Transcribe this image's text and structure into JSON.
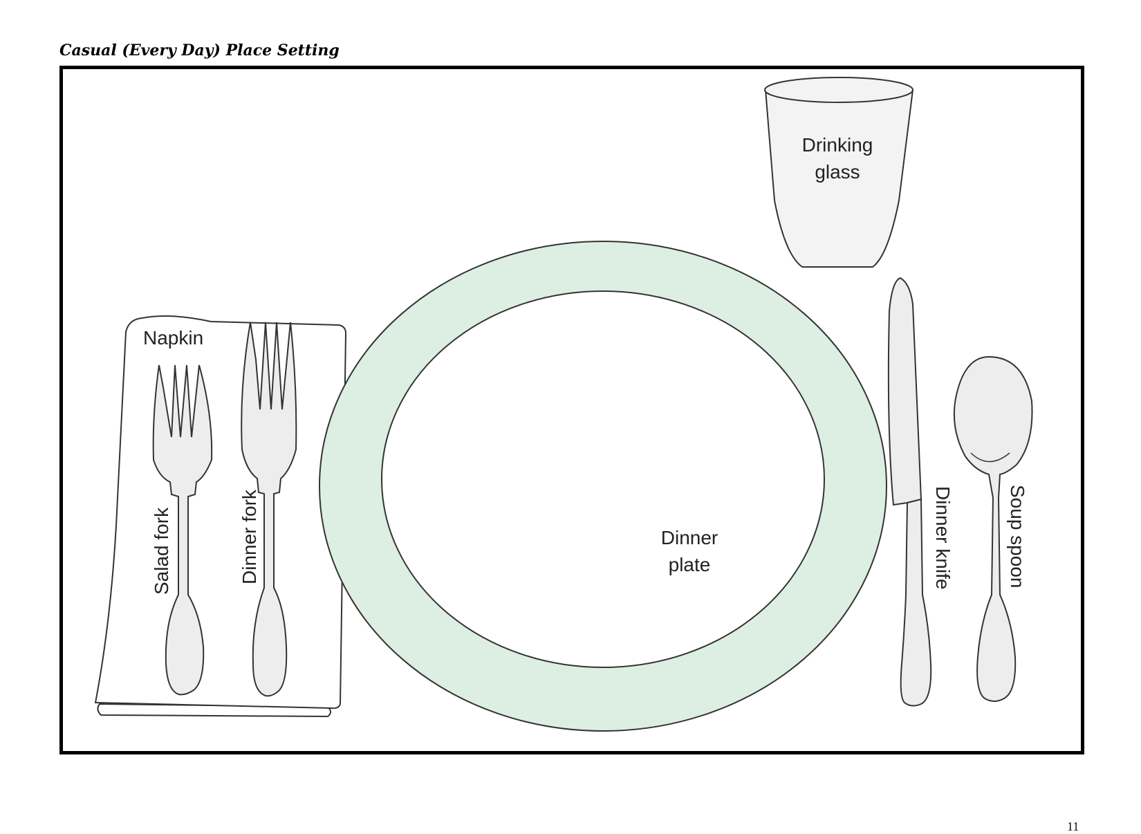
{
  "document": {
    "title": "Casual (Every Day) Place Setting",
    "page_number": "11"
  },
  "diagram": {
    "labels": {
      "napkin": "Napkin",
      "salad_fork": "Salad fork",
      "dinner_fork": "Dinner fork",
      "dinner_plate_line1": "Dinner",
      "dinner_plate_line2": "plate",
      "drinking_glass_line1": "Drinking",
      "drinking_glass_line2": "glass",
      "dinner_knife": "Dinner knife",
      "soup_spoon": "Soup spoon"
    },
    "colors": {
      "plate_rim": "#ddeee2",
      "utensil_fill": "#ededee",
      "glass_fill": "#f3f3f3",
      "outline": "#333333",
      "frame": "#000000"
    }
  }
}
